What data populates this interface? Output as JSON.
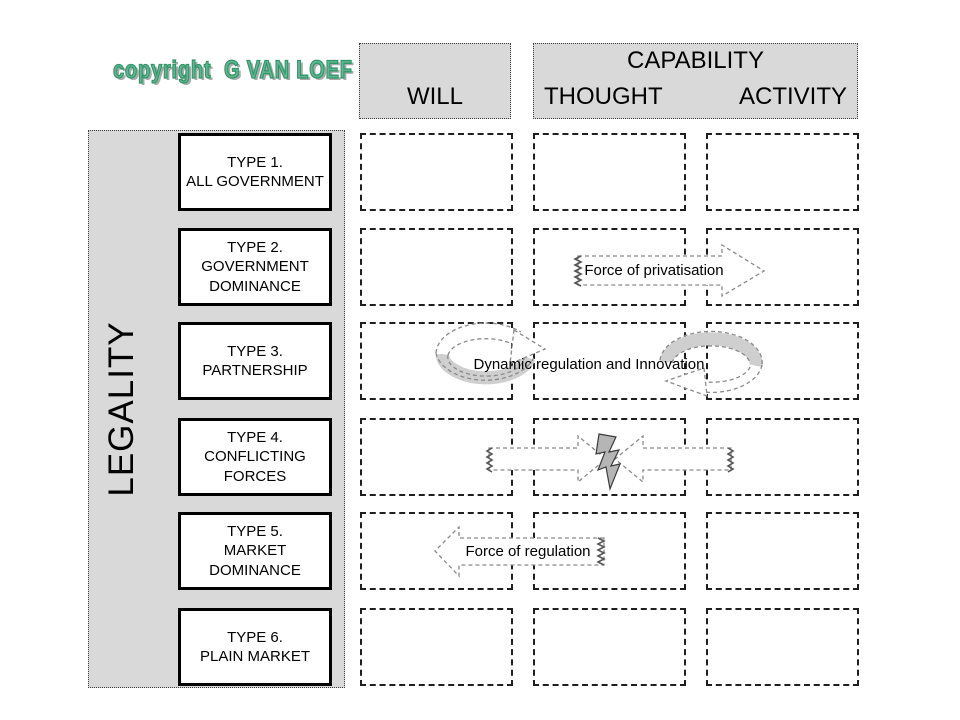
{
  "slide": {
    "copyright": "copyright  G VAN LOEF"
  },
  "columns": {
    "will": "WILL",
    "capability": "CAPABILITY",
    "thought": "THOUGHT",
    "activity": "ACTIVITY"
  },
  "row_axis": {
    "label": "LEGALITY",
    "types": [
      {
        "label": "TYPE 1.\nALL GOVERNMENT"
      },
      {
        "label": "TYPE 2.\nGOVERNMENT\nDOMINANCE"
      },
      {
        "label": "TYPE 3.\nPARTNERSHIP"
      },
      {
        "label": "TYPE 4.\nCONFLICTING\nFORCES"
      },
      {
        "label": "TYPE 5.\nMARKET\nDOMINANCE"
      },
      {
        "label": "TYPE 6.\nPLAIN MARKET"
      }
    ]
  },
  "matrix": {
    "rows": 6,
    "columns": 3
  },
  "arrows": {
    "privatisation": {
      "label": "Force of privatisation",
      "direction": "right"
    },
    "dynamic": {
      "label": "Dynamic regulation and Innovation",
      "type": "loop-pair"
    },
    "conflict": {
      "type": "opposing-arrows-with-lightning"
    },
    "regulation": {
      "label": "Force of regulation",
      "direction": "left"
    }
  },
  "colors": {
    "panel_gray": "#d9d9d9",
    "accent_green": "#2f9668",
    "loop_band_gray": "#cfcfcf",
    "bolt_gray": "#b5b5b5"
  }
}
